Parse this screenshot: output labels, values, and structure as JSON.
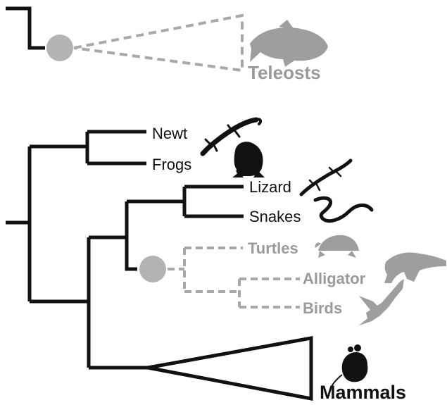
{
  "taxa": {
    "teleosts": "Teleosts",
    "newt": "Newt",
    "frogs": "Frogs",
    "lizard": "Lizard",
    "snakes": "Snakes",
    "turtles": "Turtles",
    "alligator": "Alligator",
    "birds": "Birds",
    "mammals": "Mammals"
  },
  "colors": {
    "solid_branch": "#111111",
    "dashed_branch": "#a8a8a8",
    "node_marker": "#b3b3b3",
    "silhouette_dark": "#111111",
    "silhouette_grey": "#9e9e9e"
  },
  "icons": [
    "fish-icon",
    "newt-icon",
    "frog-icon",
    "lizard-icon",
    "snake-icon",
    "turtle-icon",
    "alligator-icon",
    "bird-icon",
    "mouse-icon"
  ]
}
